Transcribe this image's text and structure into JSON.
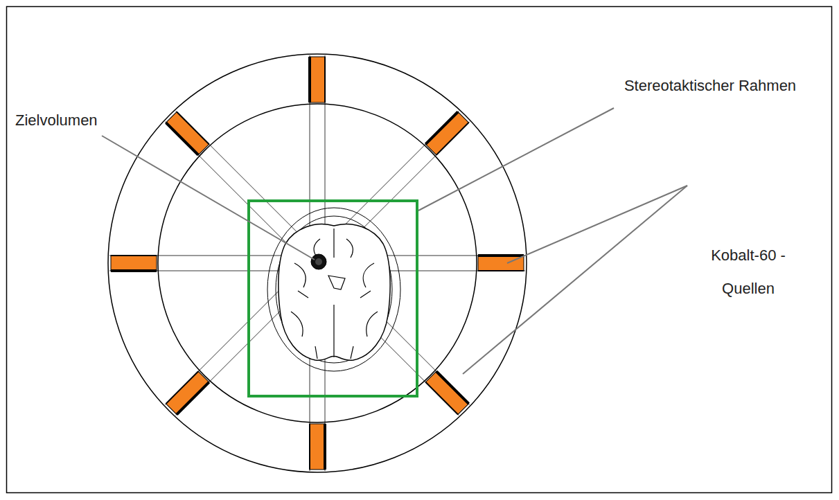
{
  "diagram": {
    "labels": [
      "Zielvolumen",
      "Stereotaktischer Rahmen",
      "Kobalt-60 - Quellen"
    ]
  }
}
